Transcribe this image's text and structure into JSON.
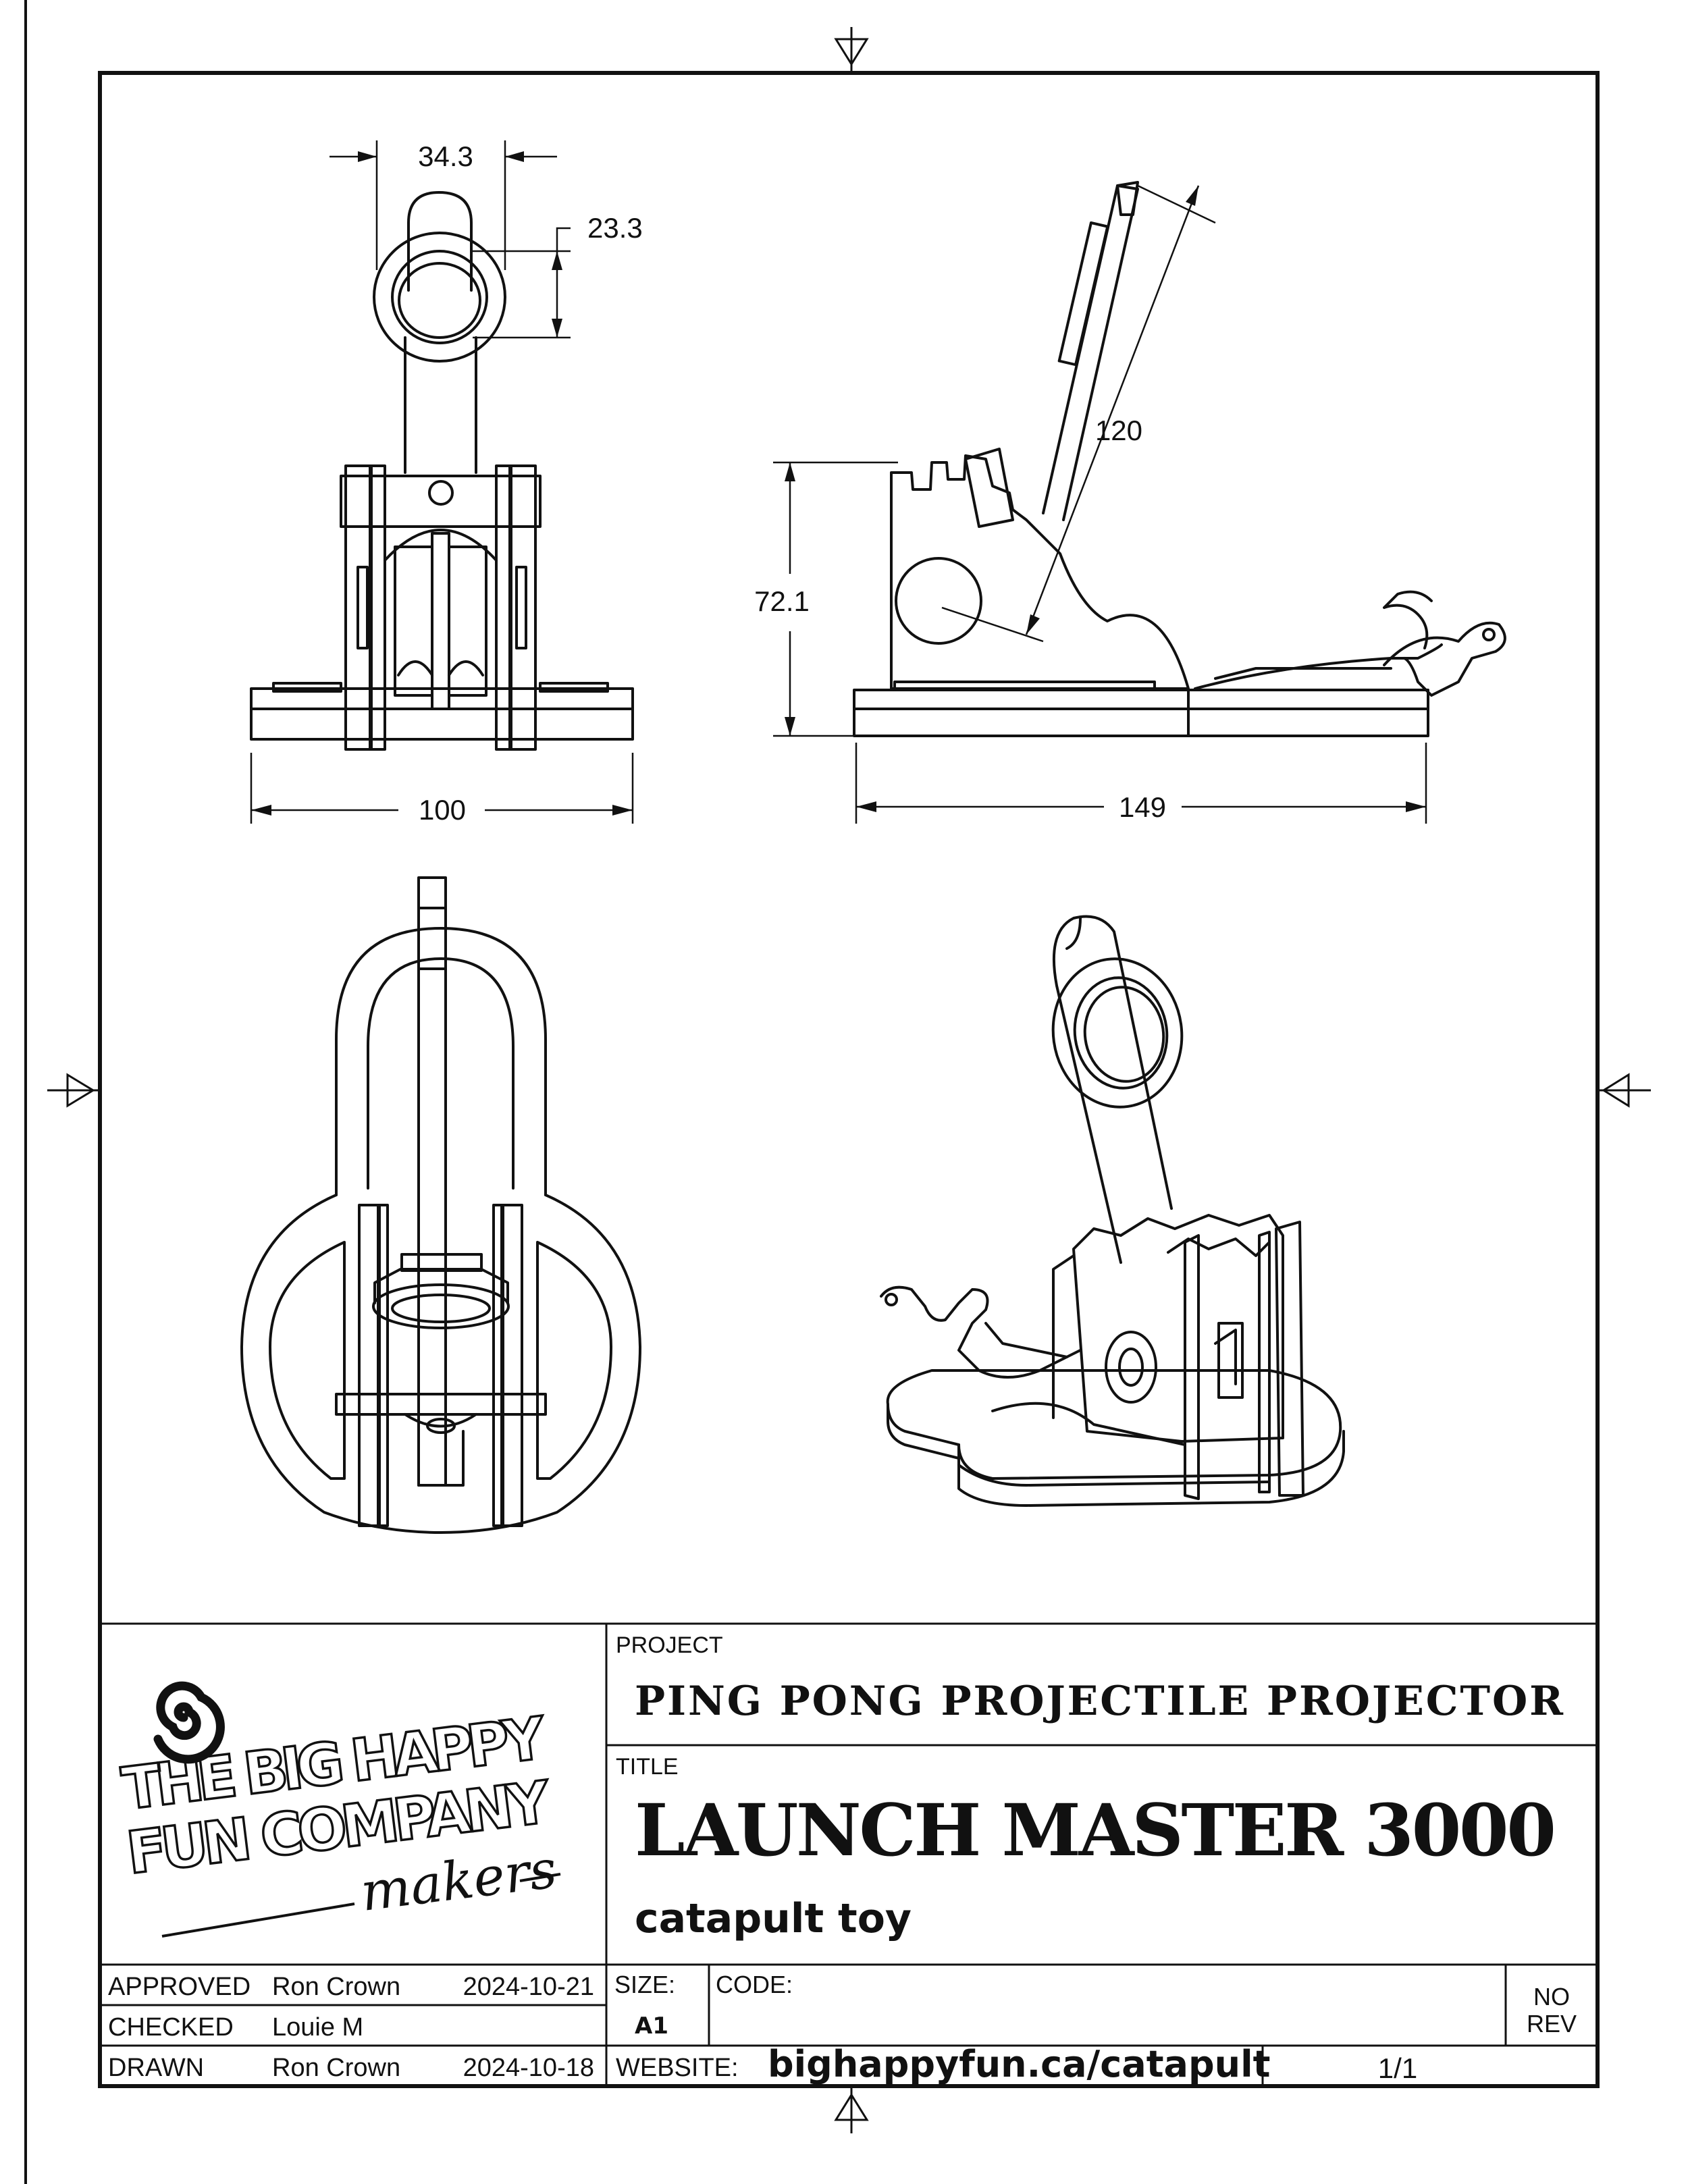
{
  "dimensions": {
    "front_width_top": "34.3",
    "front_height_top": "23.3",
    "front_base_width": "100",
    "side_arm_length": "120",
    "side_height": "72.1",
    "side_base_length": "149"
  },
  "logo": {
    "line1": "THE BIG HAPPY",
    "line2": "FUN COMPANY",
    "tagline": "makers",
    "icon": "spiral-icon"
  },
  "title_block": {
    "project_label": "PROJECT",
    "project_value": "PING PONG PROJECTILE PROJECTOR",
    "title_label": "TITLE",
    "title_value": "LAUNCH MASTER 3000",
    "subtitle": "catapult toy",
    "approved_label": "APPROVED",
    "approved_name": "Ron Crown",
    "approved_date": "2024-10-21",
    "checked_label": "CHECKED",
    "checked_name": "Louie M",
    "drawn_label": "DRAWN",
    "drawn_name": "Ron Crown",
    "drawn_date": "2024-10-18",
    "size_label": "SIZE:",
    "size_value": "A1",
    "code_label": "CODE:",
    "rev_line1": "NO",
    "rev_line2": "REV",
    "website_label": "WEBSITE:",
    "website_value": "bighappyfun.ca/catapult",
    "sheet_value": "1/1"
  }
}
